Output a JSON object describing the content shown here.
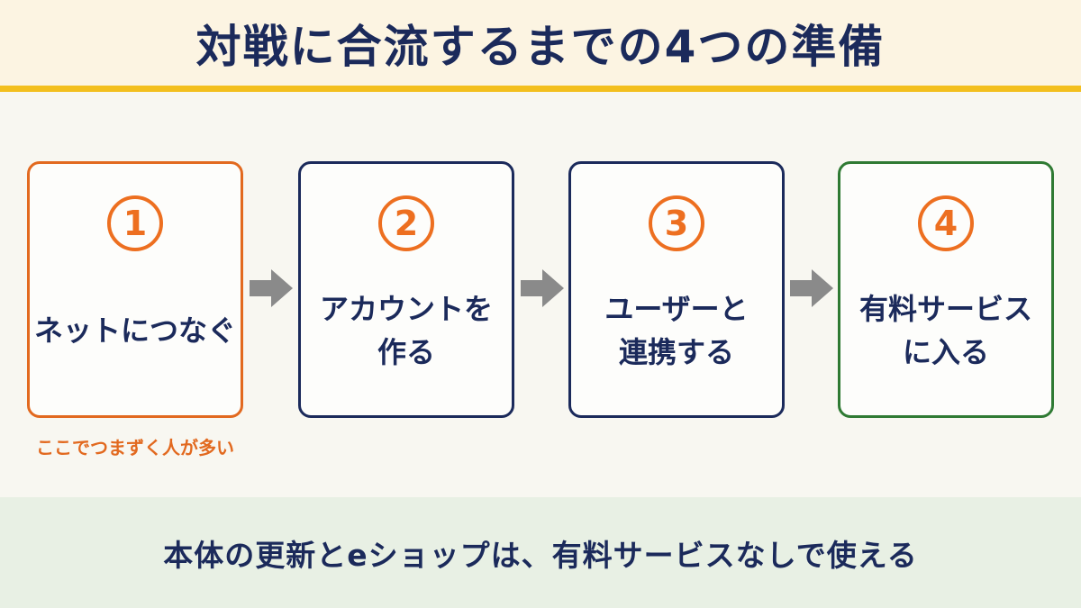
{
  "title": "対戦に合流するまでの4つの準備",
  "steps": [
    {
      "number": "1",
      "line1": "ネットにつなぐ",
      "line2": ""
    },
    {
      "number": "2",
      "line1": "アカウントを",
      "line2": "作る"
    },
    {
      "number": "3",
      "line1": "ユーザーと",
      "line2": "連携する"
    },
    {
      "number": "4",
      "line1": "有料サービス",
      "line2": "に入る"
    }
  ],
  "note": "ここでつまずく人が多い",
  "footer": "本体の更新とeショップは、有料サービスなしで使える",
  "colors": {
    "navy": "#1b2a5b",
    "orange": "#e2691f",
    "green": "#2f7a33",
    "yellow_rule": "#f3bf1e",
    "arrow_gray": "#8a8a8a"
  }
}
